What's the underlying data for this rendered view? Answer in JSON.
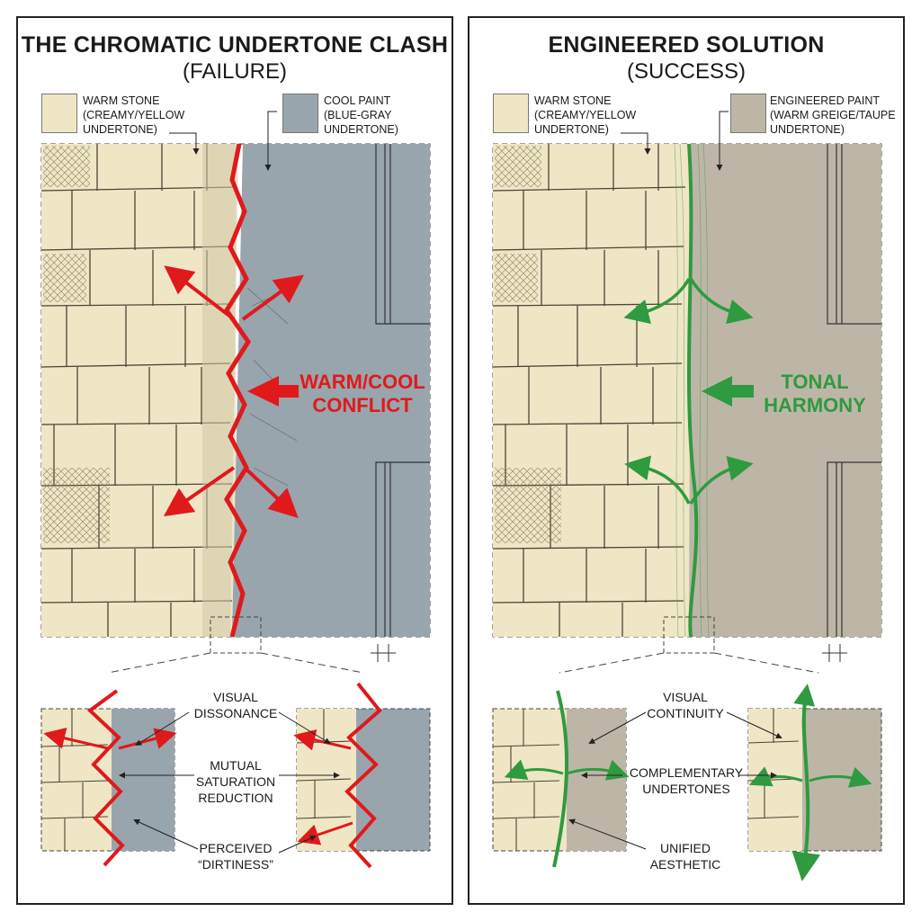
{
  "colors": {
    "stone": "#efe6c6",
    "cool_paint": "#98a5ad",
    "engineered_paint": "#bdb6a6",
    "conflict_red": "#e0191b",
    "harmony_green": "#2f9a3f"
  },
  "failure": {
    "title": "THE CHROMATIC UNDERTONE CLASH",
    "subtitle": "(FAILURE)",
    "legend_stone": "WARM STONE\n(CREAMY/YELLOW\nUNDERTONE)",
    "legend_paint": "COOL PAINT\n(BLUE-GRAY\nUNDERTONE)",
    "callout": "WARM/COOL\nCONFLICT",
    "detail_labels": {
      "top": "VISUAL\nDISSONANCE",
      "middle": "MUTUAL\nSATURATION\nREDUCTION",
      "bottom": "PERCEIVED\n“DIRTINESS”"
    }
  },
  "success": {
    "title": "ENGINEERED SOLUTION",
    "subtitle": "(SUCCESS)",
    "legend_stone": "WARM STONE\n(CREAMY/YELLOW\nUNDERTONE)",
    "legend_paint": "ENGINEERED PAINT\n(WARM GREIGE/TAUPE\nUNDERTONE)",
    "callout": "TONAL\nHARMONY",
    "detail_labels": {
      "top": "VISUAL\nCONTINUITY",
      "middle": "COMPLEMENTARY\nUNDERTONES",
      "bottom": "UNIFIED\nAESTHETIC"
    }
  }
}
